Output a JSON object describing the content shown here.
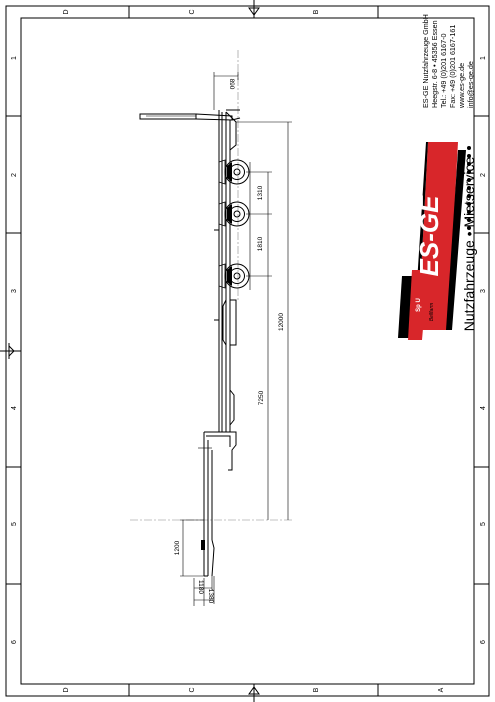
{
  "frame": {
    "top_letters": [
      "D",
      "C",
      "B"
    ],
    "bottom_letters": [
      "D",
      "C",
      "B",
      "A"
    ],
    "left_numbers": [
      "1",
      "2",
      "3",
      "4",
      "5",
      "6"
    ],
    "right_numbers": [
      "1",
      "2",
      "3",
      "4",
      "5",
      "6"
    ]
  },
  "company": {
    "lines": [
      "ES-GE Nutzfahrzeuge GmbH",
      "Heegstr. 6-8  •  45356 Essen",
      "Tel.: +49 (0)201 6167-0",
      "Fax: +49 (0)201 6167-161",
      "www.es-ge.de",
      "info@es-ge.de"
    ],
    "logo_text": "ES-GE",
    "badge_text": "Sp U",
    "brand_small": "Bellfarm",
    "tagline": "Nutzfahrzeuge  •  Mietservice"
  },
  "dimensions": {
    "d890": "890",
    "d1310": "1310",
    "d1810": "1810",
    "d12000": "12000",
    "d7250": "7250",
    "d1200": "1200",
    "d1180": "1180",
    "d1380": "1380"
  },
  "colors": {
    "logo_red": "#d8262a",
    "ink": "#000000",
    "gray": "#555555"
  }
}
